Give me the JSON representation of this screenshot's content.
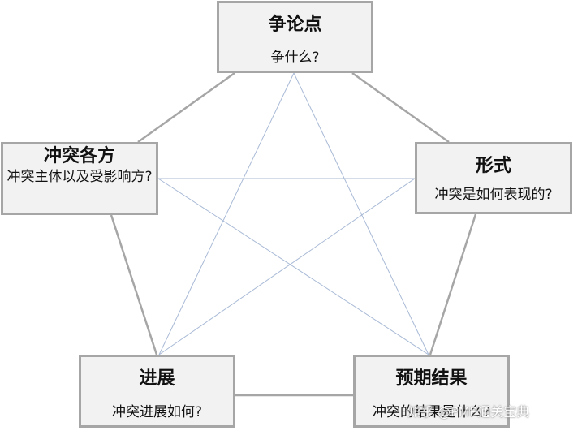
{
  "nodes": {
    "top": {
      "title": "争论点",
      "subtitle": "争什么?"
    },
    "left": {
      "title": "冲突各方",
      "subtitle": "冲突主体以及受影响方?"
    },
    "right": {
      "title": "形式",
      "subtitle": "冲突是如何表现的?"
    },
    "bottom_left": {
      "title": "进展",
      "subtitle": "冲突进展如何?"
    },
    "bottom_right": {
      "title": "预期结果",
      "subtitle": "冲突的结果是什么?"
    }
  },
  "watermark": "知乎 @PMP通关宝典",
  "colors": {
    "outer_line": "#a6a6a6",
    "star_line": "#a9bad6",
    "box_fill": "#f2f2f2",
    "box_border": "#a6a6a6"
  }
}
